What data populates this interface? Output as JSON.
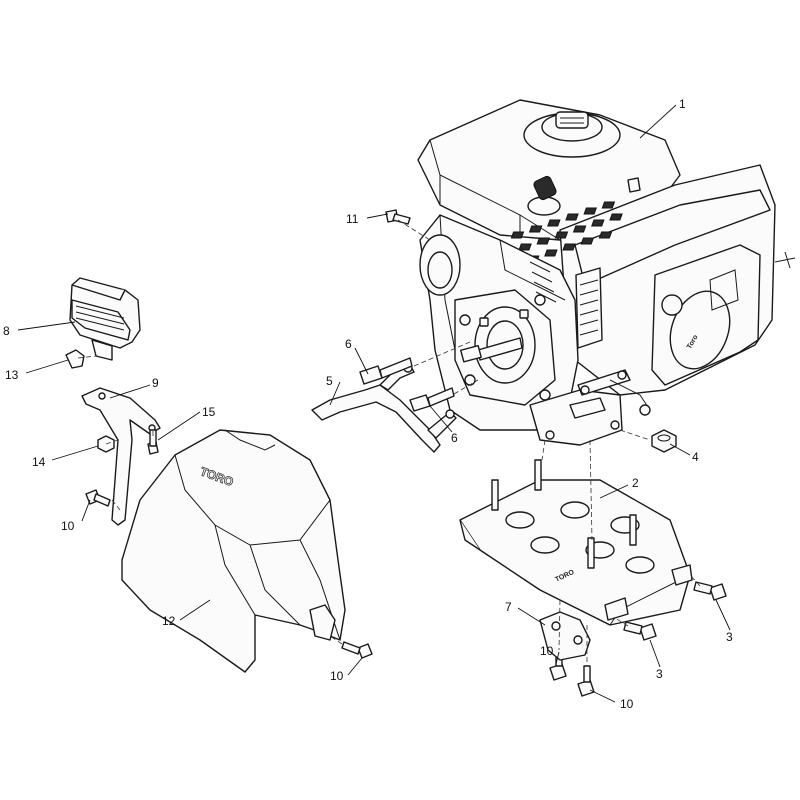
{
  "callouts": [
    {
      "id": "1",
      "label": "1"
    },
    {
      "id": "2",
      "label": "2"
    },
    {
      "id": "3a",
      "label": "3"
    },
    {
      "id": "3b",
      "label": "3"
    },
    {
      "id": "4",
      "label": "4"
    },
    {
      "id": "5",
      "label": "5"
    },
    {
      "id": "6a",
      "label": "6"
    },
    {
      "id": "6b",
      "label": "6"
    },
    {
      "id": "7",
      "label": "7"
    },
    {
      "id": "8",
      "label": "8"
    },
    {
      "id": "9",
      "label": "9"
    },
    {
      "id": "10a",
      "label": "10"
    },
    {
      "id": "10b",
      "label": "10"
    },
    {
      "id": "10c",
      "label": "10"
    },
    {
      "id": "10d",
      "label": "10"
    },
    {
      "id": "11",
      "label": "11"
    },
    {
      "id": "12",
      "label": "12"
    },
    {
      "id": "13",
      "label": "13"
    },
    {
      "id": "14",
      "label": "14"
    },
    {
      "id": "15",
      "label": "15"
    }
  ],
  "logos": {
    "cover": "TORO",
    "bracket": "TORO",
    "engine_shroud": "Toro"
  }
}
